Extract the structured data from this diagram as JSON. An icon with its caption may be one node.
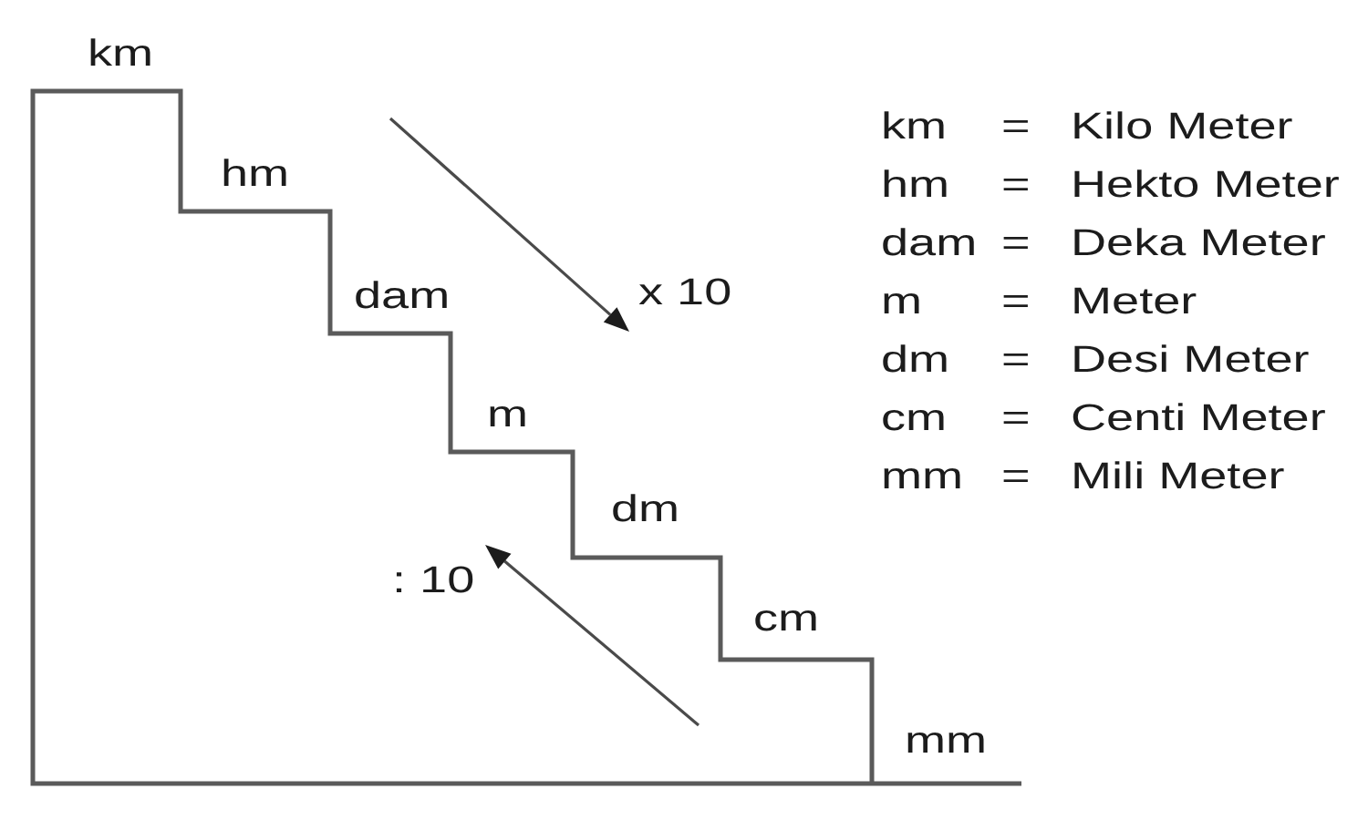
{
  "diagram": {
    "labels": [
      "km",
      "hm",
      "dam",
      "m",
      "dm",
      "cm",
      "mm",
      "x 10",
      ": 10",
      "km",
      "=",
      "Kilo Meter",
      "hm",
      "=",
      "Hekto Meter",
      "dam",
      "=",
      "Deka Meter",
      "m",
      "=",
      "Meter",
      "dm",
      "=",
      "Desi Meter",
      "cm",
      "=",
      "Centi Meter",
      "mm",
      "=",
      "Mili Meter"
    ]
  }
}
